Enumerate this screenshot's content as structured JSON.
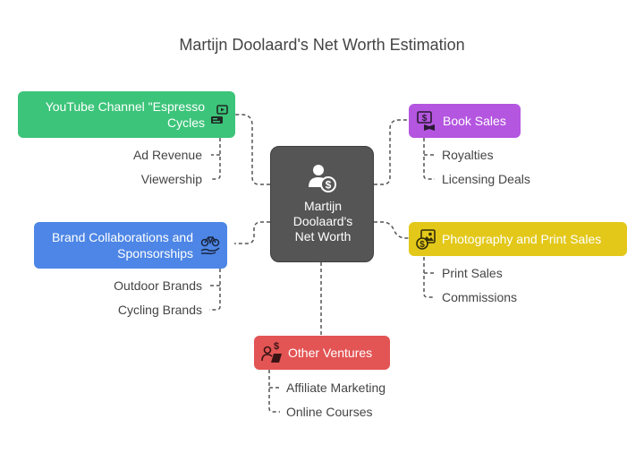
{
  "title": "Martijn Doolaard's Net Worth Estimation",
  "center": {
    "label": "Martijn\nDoolaard's\nNet Worth",
    "icon": "person-dollar-icon"
  },
  "branches": {
    "youtube": {
      "label_line1": "YouTube Channel \"Espresso",
      "label_line2": "Cycles",
      "icon": "video-player-icon",
      "color": "#3cc47a",
      "items": [
        "Ad Revenue",
        "Viewership"
      ]
    },
    "book": {
      "label": "Book Sales",
      "icon": "book-dollar-icon",
      "color": "#b456e0",
      "items": [
        "Royalties",
        "Licensing Deals"
      ]
    },
    "brand": {
      "label_line1": "Brand Collaborations and",
      "label_line2": "Sponsorships",
      "icon": "bicycle-hand-icon",
      "color": "#4d86e6",
      "items": [
        "Outdoor Brands",
        "Cycling Brands"
      ]
    },
    "photo": {
      "label": "Photography and Print Sales",
      "icon": "photo-dollar-icon",
      "color": "#e3c81a",
      "items": [
        "Print Sales",
        "Commissions"
      ]
    },
    "other": {
      "label": "Other Ventures",
      "icon": "person-laptop-dollar-icon",
      "color": "#e35454",
      "items": [
        "Affiliate Marketing",
        "Online Courses"
      ]
    }
  }
}
